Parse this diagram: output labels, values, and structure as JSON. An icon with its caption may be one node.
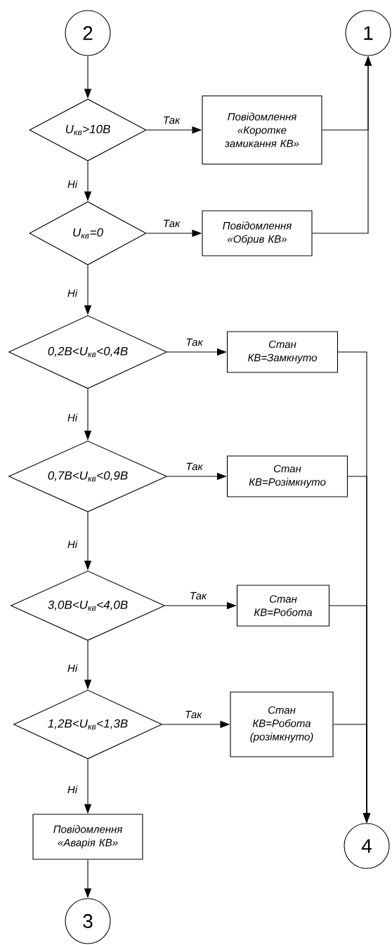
{
  "diagram": {
    "nodes": [
      {
        "text": [
          "2"
        ]
      },
      {
        "text": [
          "1"
        ]
      },
      {
        "text": [
          "U$_{кв}$>10В"
        ]
      },
      {
        "text": [
          "Повідомлення «Коротке замикання КВ»"
        ]
      },
      {
        "text": [
          "U$_{кв}$=0"
        ]
      },
      {
        "text": [
          "Повідомлення «Обрив КВ»"
        ]
      },
      {
        "text": [
          "0,2В<U$_{кв}$<0,4В"
        ]
      },
      {
        "text": [
          "Стан КВ=Замкнуто"
        ]
      },
      {
        "text": [
          "0,7В<U$_{кв}$<0,9В"
        ]
      },
      {
        "text": [
          "Стан КВ=Розімкнуто"
        ]
      },
      {
        "text": [
          "3,0В<U$_{кв}$<4,0В"
        ]
      },
      {
        "text": [
          "Стан КВ=Робота"
        ]
      },
      {
        "text": [
          "1,2В<U$_{кв}$<1,3В"
        ]
      },
      {
        "text": [
          "Стан КВ=Робота (розімкнуто)"
        ]
      },
      {
        "text": [
          "Повідомлення «Аварія КВ»"
        ]
      },
      {
        "text": [
          "3"
        ]
      },
      {
        "text": [
          "4"
        ]
      }
    ],
    "edges": [
      {
        "from": 0,
        "to": 2,
        "arrow": "to"
      },
      {
        "from": 2,
        "to": 3,
        "arrow": "to",
        "label": "Так"
      },
      {
        "from": 2,
        "to": 4,
        "arrow": "to",
        "label": "Ні"
      },
      {
        "from": 3,
        "to": 1,
        "arrow": "to"
      },
      {
        "from": 4,
        "to": 5,
        "arrow": "to",
        "label": "Так"
      },
      {
        "from": 5,
        "to": 1,
        "arrow": "to"
      },
      {
        "from": 4,
        "to": 6,
        "arrow": "to",
        "label": "Ні"
      },
      {
        "from": 6,
        "to": 7,
        "arrow": "to",
        "label": "Так"
      },
      {
        "from": 6,
        "to": 8,
        "arrow": "to",
        "label": "Ні"
      },
      {
        "from": 8,
        "to": 9,
        "arrow": "to",
        "label": "Так"
      },
      {
        "from": 8,
        "to": 10,
        "arrow": "to",
        "label": "Ні"
      },
      {
        "from": 10,
        "to": 11,
        "arrow": "to",
        "label": "Так"
      },
      {
        "from": 10,
        "to": 12,
        "arrow": "to",
        "label": "Ні"
      },
      {
        "from": 12,
        "to": 13,
        "arrow": "to",
        "label": "Так"
      },
      {
        "from": 12,
        "to": 14,
        "arrow": "to",
        "label": "Ні"
      },
      {
        "from": 14,
        "to": 15,
        "arrow": "to"
      },
      {
        "from": 7,
        "to": 16,
        "arrow": "to"
      },
      {
        "from": 9,
        "to": 16,
        "arrow": "to"
      },
      {
        "from": 11,
        "to": 16,
        "arrow": "to"
      },
      {
        "from": 13,
        "to": 16,
        "arrow": "to"
      }
    ]
  }
}
